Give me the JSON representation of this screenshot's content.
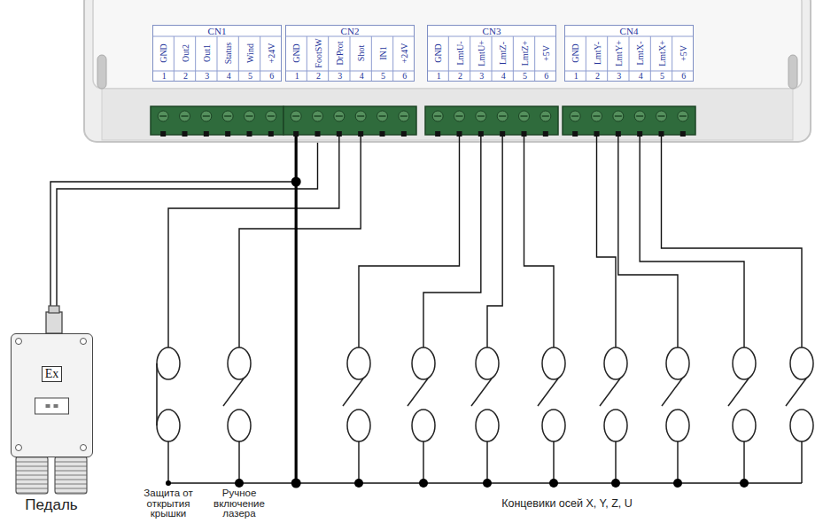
{
  "diagram": {
    "nodes": [
      {
        "text": [
          "CN1"
        ]
      },
      {
        "text": [
          "CN2"
        ]
      },
      {
        "text": [
          "CN3"
        ]
      },
      {
        "text": [
          "CN4"
        ]
      },
      {
        "text": [
          "Ex"
        ]
      }
    ],
    "edges": [
      {
        "from": 4,
        "to": 1,
        "arrow": "none"
      }
    ],
    "labels": [
      "GND",
      "Out2",
      "Out1",
      "Status",
      "Wind",
      "+24V",
      "1",
      "2",
      "3",
      "4",
      "5",
      "6",
      "GND",
      "FootSW",
      "DrProt",
      "Shot",
      "IN1",
      "+24V",
      "1",
      "2",
      "3",
      "4",
      "5",
      "6",
      "GND",
      "LmtU-",
      "LmtU+",
      "LmtZ-",
      "LmtZ+",
      "+5V",
      "1",
      "2",
      "3",
      "4",
      "5",
      "6",
      "GND",
      "LmtY-",
      "LmtY+",
      "LmtX-",
      "LmtX+",
      "+5V",
      "1",
      "2",
      "3",
      "4",
      "5",
      "6",
      "Педаль",
      "Защита от открытия крышки",
      "Ручное включение лазера",
      "Концевики осей X, Y, Z, U"
    ]
  }
}
